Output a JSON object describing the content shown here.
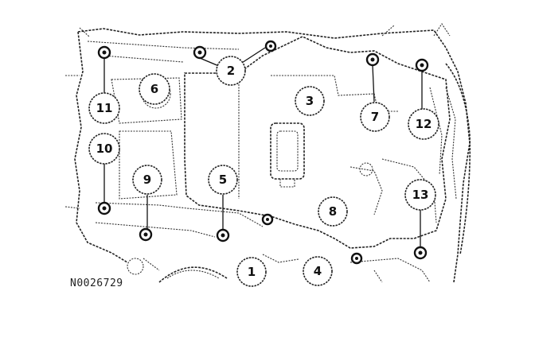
{
  "figure": {
    "reference_code": "N0026729",
    "callouts": [
      {
        "id": "c1",
        "label": "1"
      },
      {
        "id": "c2",
        "label": "2"
      },
      {
        "id": "c3",
        "label": "3"
      },
      {
        "id": "c4",
        "label": "4"
      },
      {
        "id": "c5",
        "label": "5"
      },
      {
        "id": "c6",
        "label": "6"
      },
      {
        "id": "c7",
        "label": "7"
      },
      {
        "id": "c8",
        "label": "8"
      },
      {
        "id": "c9",
        "label": "9"
      },
      {
        "id": "c10",
        "label": "10"
      },
      {
        "id": "c11",
        "label": "11"
      },
      {
        "id": "c12",
        "label": "12"
      },
      {
        "id": "c13",
        "label": "13"
      }
    ]
  }
}
